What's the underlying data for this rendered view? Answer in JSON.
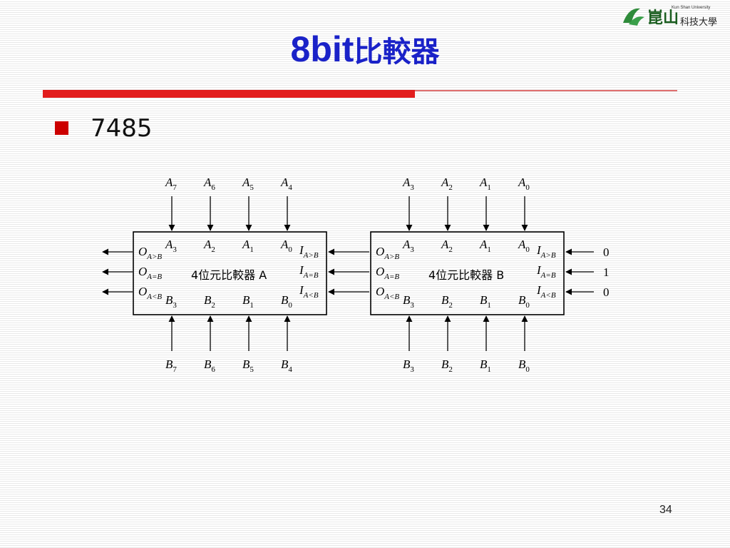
{
  "slide": {
    "title_latin": "8bit",
    "title_cjk": "比較器",
    "bullet": "7485",
    "page_number": "34"
  },
  "logo": {
    "text": "崑山科技大學",
    "subtext": "Kun Shan University"
  },
  "diagram": {
    "chip_a": {
      "label": "4位元比較器",
      "letter": "A",
      "top_inputs": [
        [
          "A",
          "7"
        ],
        [
          "A",
          "6"
        ],
        [
          "A",
          "5"
        ],
        [
          "A",
          "4"
        ]
      ],
      "bottom_inputs": [
        [
          "B",
          "7"
        ],
        [
          "B",
          "6"
        ],
        [
          "B",
          "5"
        ],
        [
          "B",
          "4"
        ]
      ]
    },
    "chip_b": {
      "label": "4位元比較器",
      "letter": "B",
      "top_inputs": [
        [
          "A",
          "3"
        ],
        [
          "A",
          "2"
        ],
        [
          "A",
          "1"
        ],
        [
          "A",
          "0"
        ]
      ],
      "bottom_inputs": [
        [
          "B",
          "3"
        ],
        [
          "B",
          "2"
        ],
        [
          "B",
          "1"
        ],
        [
          "B",
          "0"
        ]
      ]
    },
    "inner_top": [
      [
        "A",
        "3"
      ],
      [
        "A",
        "2"
      ],
      [
        "A",
        "1"
      ],
      [
        "A",
        "0"
      ]
    ],
    "inner_bottom": [
      [
        "B",
        "3"
      ],
      [
        "B",
        "2"
      ],
      [
        "B",
        "1"
      ],
      [
        "B",
        "0"
      ]
    ],
    "outputs": [
      [
        "O",
        "A>B"
      ],
      [
        "O",
        "A=B"
      ],
      [
        "O",
        "A<B"
      ]
    ],
    "cascade_inputs": [
      [
        "I",
        "A>B"
      ],
      [
        "I",
        "A=B"
      ],
      [
        "I",
        "A<B"
      ]
    ],
    "cascade_constants": [
      "0",
      "1",
      "0"
    ]
  }
}
